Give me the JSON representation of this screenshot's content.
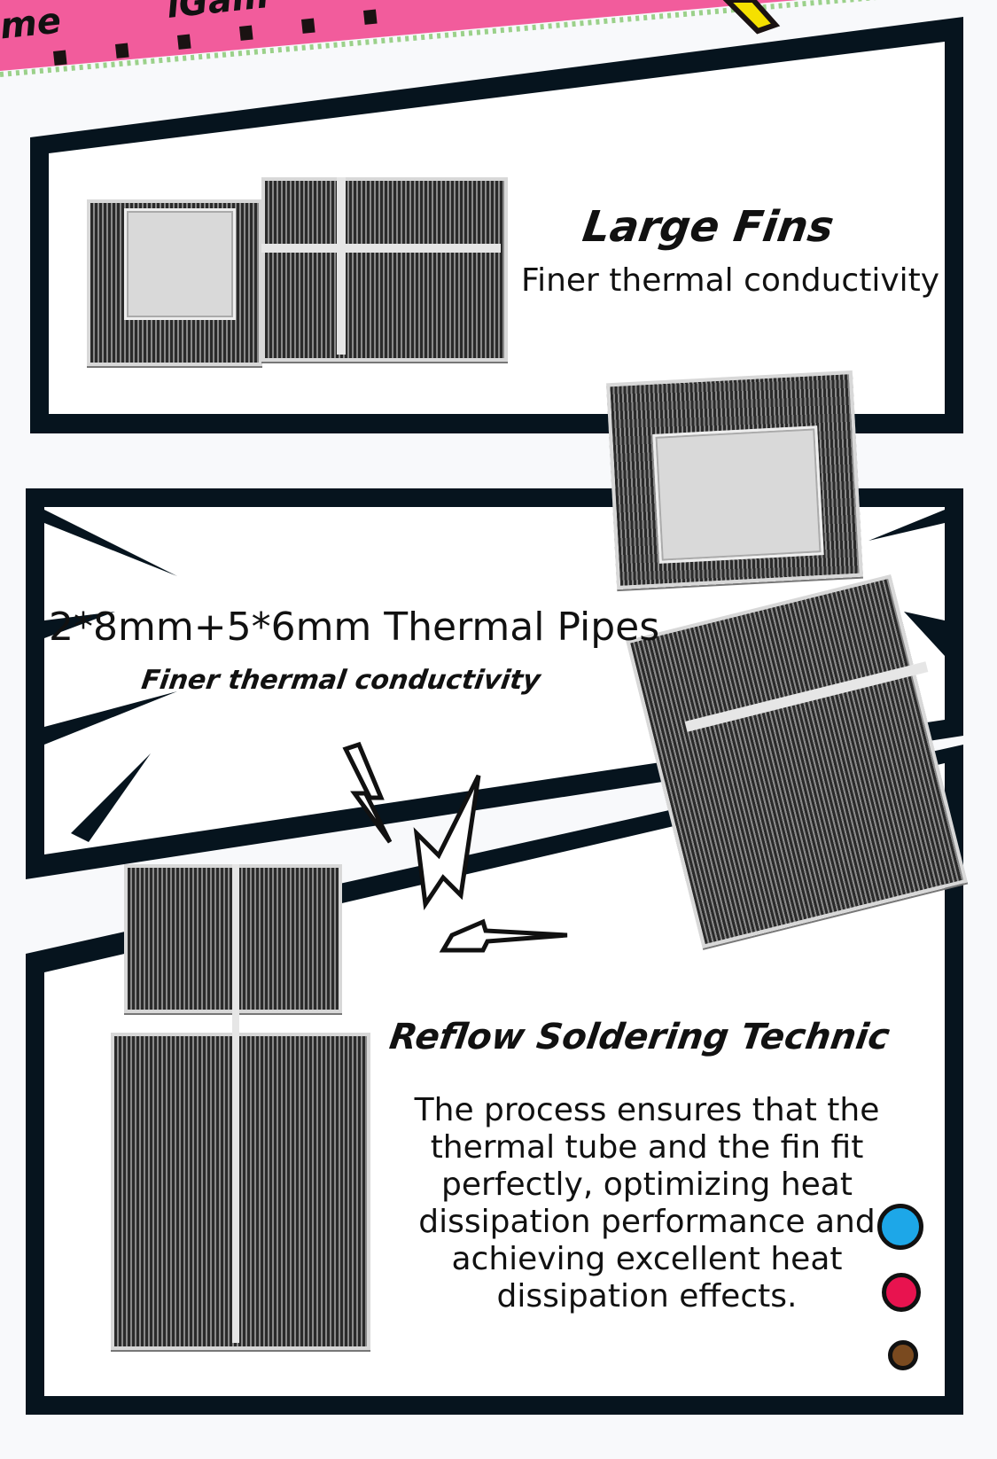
{
  "banner": {
    "text_left": "me",
    "text_right": "iGam"
  },
  "colors": {
    "frame": "#06141e",
    "banner": "#f25c9c",
    "accent_yellow": "#f5e000",
    "dot_blue": "#1da7e8",
    "dot_pink": "#e8134f",
    "dot_brown": "#7a4a1f"
  },
  "section1": {
    "title": "Large Fins",
    "subtitle": "Finer thermal conductivity"
  },
  "section2": {
    "title": "2*8mm+5*6mm Thermal Pipes",
    "subtitle": "Finer thermal conductivity"
  },
  "section3": {
    "title": "Reflow Soldering Technic",
    "body": [
      "The process ensures that the",
      "thermal tube and the fin fit",
      "perfectly, optimizing heat",
      "dissipation performance and",
      "achieving excellent heat",
      "dissipation effects."
    ]
  }
}
